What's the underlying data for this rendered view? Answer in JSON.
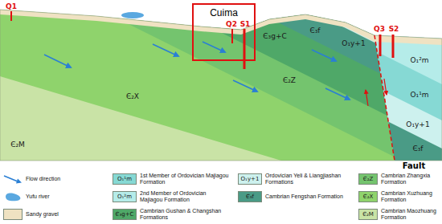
{
  "diagram": {
    "nodes": [
      {
        "text": [
          "Cuima"
        ]
      }
    ],
    "labels": [
      "Q1",
      "Q2",
      "S1",
      "Q3",
      "S2",
      "Є₂X",
      "Є₂Z",
      "Є₃g+C",
      "Є₃f",
      "O₁y+1",
      "Є₂M",
      "O₁²m",
      "O₁¹m",
      "O₁y+1",
      "Є₃f",
      "Fault",
      "O₁¹m",
      "O₁²m",
      "Є₃g+C",
      "O₁y+1",
      "Є₃f",
      "Є₂Z",
      "Є₂X",
      "Є₂M"
    ],
    "legend": [
      {
        "text": "Flow direction"
      },
      {
        "text": "Yufu river"
      },
      {
        "text": "Sandy gravel",
        "color": "#efe2c2"
      },
      {
        "text": "1st Member of Ordovician Majiagou Formation",
        "color": "#86d9d4"
      },
      {
        "text": "2nd Member of Ordovician Majiagou Formation",
        "color": "#b5ece9"
      },
      {
        "text": "Cambrian Gushan & Changshan Formations",
        "color": "#4fa868"
      },
      {
        "text": "Ordovician Yeli & Liangjiashan Formations",
        "color": "#cdf1ee"
      },
      {
        "text": "Cambrian Fengshan Formation",
        "color": "#4a9b86"
      },
      {
        "text": "Cambrian Zhangxia Formation",
        "color": "#74c46e"
      },
      {
        "text": "Cambrian Xuzhuang Formation",
        "color": "#8fd36c"
      },
      {
        "text": "Cambrian Maozhuang Formation",
        "color": "#c9e3a6"
      }
    ]
  }
}
